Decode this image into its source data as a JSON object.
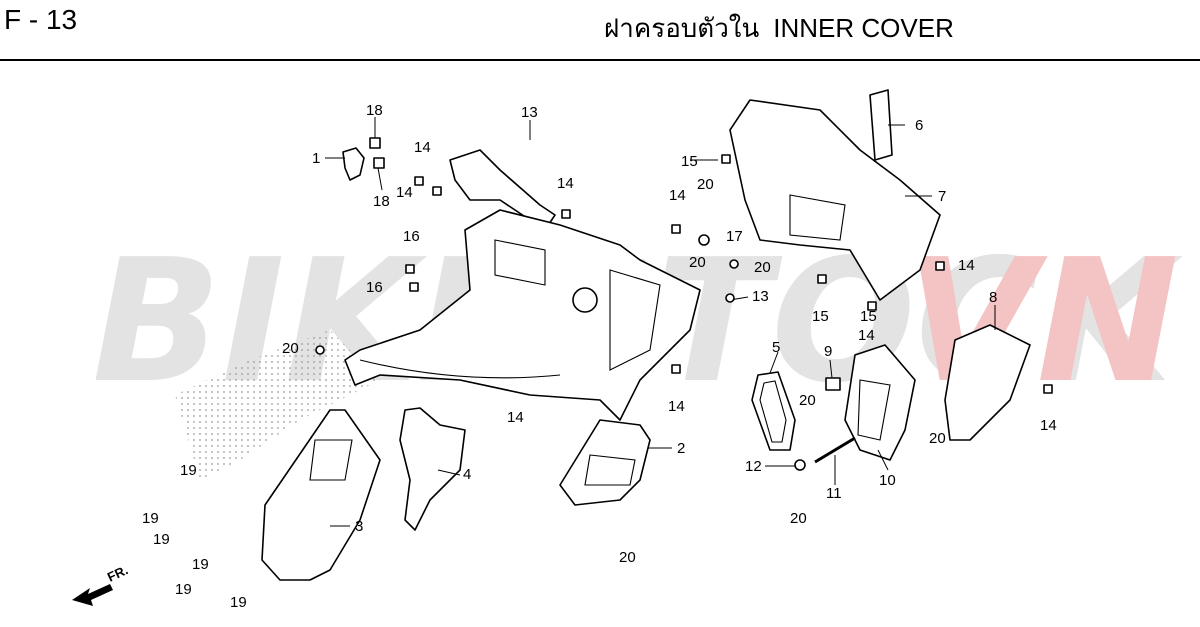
{
  "header": {
    "page_code": "F - 13",
    "title_thai": "ฝาครอบตัวใน",
    "title_en": "INNER COVER"
  },
  "watermark": {
    "text_main": "BIKESTOCK",
    "text_accent": "VN",
    "color_main": "#e3e3e3",
    "color_accent": "#f4c3c3"
  },
  "direction_label": "FR.",
  "callouts": {
    "c1": "1",
    "c2": "2",
    "c3": "3",
    "c4": "4",
    "c5": "5",
    "c6": "6",
    "c7": "7",
    "c8": "8",
    "c9": "9",
    "c10": "10",
    "c11": "11",
    "c12": "12",
    "c13a": "13",
    "c13b": "13",
    "c14a": "14",
    "c14b": "14",
    "c14c": "14",
    "c14d": "14",
    "c14e": "14",
    "c14f": "14",
    "c14g": "14",
    "c14h": "14",
    "c14i": "14",
    "c15a": "15",
    "c15b": "15",
    "c15c": "15",
    "c16a": "16",
    "c16b": "16",
    "c17": "17",
    "c18a": "18",
    "c18b": "18",
    "c19a": "19",
    "c19b": "19",
    "c19c": "19",
    "c19d": "19",
    "c19e": "19",
    "c19f": "19",
    "c20a": "20",
    "c20b": "20",
    "c20c": "20",
    "c20d": "20",
    "c20e": "20",
    "c20f": "20",
    "c20g": "20",
    "c20h": "20"
  }
}
